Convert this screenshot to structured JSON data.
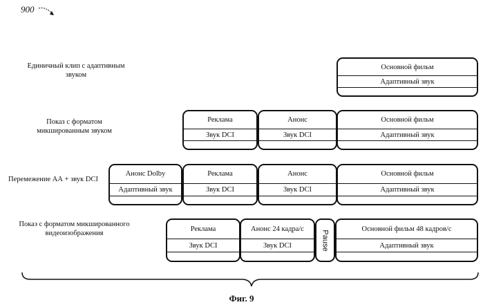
{
  "ref_number": "900",
  "rows": [
    {
      "label": "Единичный клип с адаптивным звуком",
      "boxes": [
        {
          "top": "Основной фильм",
          "bottom": "Адаптивный звук"
        }
      ]
    },
    {
      "label": "Показ с форматом микшированным звуком",
      "boxes": [
        {
          "top": "Реклама",
          "bottom": "Звук DCI"
        },
        {
          "top": "Анонс",
          "bottom": "Звук DCI"
        },
        {
          "top": "Основной фильм",
          "bottom": "Адаптивный звук"
        }
      ]
    },
    {
      "label": "Перемежение АА + звук DCI",
      "boxes": [
        {
          "top": "Анонс Dolby",
          "bottom": "Адаптивный звук"
        },
        {
          "top": "Реклама",
          "bottom": "Звук DCI"
        },
        {
          "top": "Анонс",
          "bottom": "Звук DCI"
        },
        {
          "top": "Основной фильм",
          "bottom": "Адаптивный звук"
        }
      ]
    },
    {
      "label": "Показ с форматом микшированного видеоизображения",
      "boxes": [
        {
          "top": "Реклама",
          "bottom": "Звук DCI"
        },
        {
          "top": "Анонс 24 кадра/с",
          "bottom": "Звук DCI"
        },
        {
          "top": "Основной фильм 48 кадров/с",
          "bottom": "Адаптивный звук"
        }
      ],
      "pause_label": "Pause"
    }
  ],
  "figure_caption": "Фиг. 9"
}
